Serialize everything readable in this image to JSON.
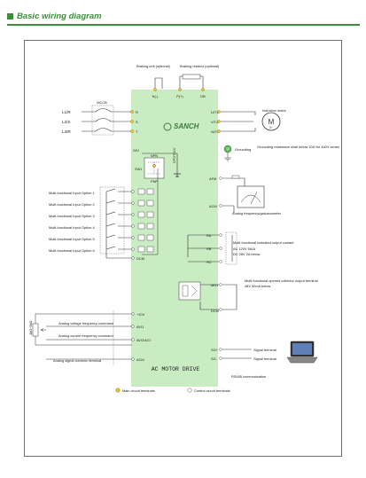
{
  "header": {
    "title": "Basic wiring diagram",
    "accent_color": "#3b8f3b"
  },
  "colors": {
    "drive_fill": "#c9ecc2",
    "main_terminal": "#f5c518",
    "control_terminal": "#ffffff"
  },
  "top_labels": {
    "braking_unit": "Braking unit (optional)",
    "braking_resistor": "Braking resistor (optional)"
  },
  "brake_terminals": [
    "N(-)",
    "P(+)",
    "DB"
  ],
  "breaker": {
    "label": "MCCB"
  },
  "input_lines": [
    "L1/R",
    "L2/S",
    "L3/R"
  ],
  "input_terminals": [
    "R",
    "S",
    "T"
  ],
  "output_terminals": [
    "U/T1",
    "V/T2",
    "W/T3"
  ],
  "motor": {
    "label": "Induction motor"
  },
  "ground": {
    "label": "Grounding",
    "note": "Grounding resistance shall below 10Ω for 440V series"
  },
  "logo": {
    "text": "SANCH"
  },
  "supply": {
    "v24": "24V",
    "spdt": "SPDT24V"
  },
  "switch": {
    "npn": "NPN",
    "sw1": "SW1",
    "pnp": "PNP"
  },
  "di_labels": [
    "Multi-functional Input Option 1",
    "Multi-functional Input Option 2",
    "Multi-functional Input Option 3",
    "Multi-functional Input Option 4",
    "Multi-functional Input Option 5",
    "Multi-functional Input Option 6"
  ],
  "dcm_label": "DCM",
  "afm": {
    "afm": "AFM",
    "acm": "ACM",
    "meter_label": "Analog frequency/galvanometer"
  },
  "relay": {
    "terminals": [
      "RA",
      "RB",
      "RC"
    ],
    "text": "Multi-functional indicated output contact",
    "rating1": "AC 120V 5A/A",
    "rating2": "DC 28V 2A below"
  },
  "mo1": {
    "terminal": "MO1",
    "dcm": "DCM",
    "text": "Multi-functional opened collector output terminal",
    "rating": "48V 50mA below"
  },
  "analog": {
    "v10": "+10V",
    "avi1": "AVI1",
    "avi2": "AVI2/ACI",
    "acm": "ACM",
    "pot": "1kΩ~5kΩ",
    "voltage_cmd": "Analog voltage frequency command",
    "current_cmd": "Analog current frequency command",
    "common": "Analog signal common terminal"
  },
  "rs485": {
    "sgp": "SG+",
    "sgm": "SG-",
    "sig1": "Signal terminal",
    "sig2": "Signal terminal",
    "comm": "RS485 communication"
  },
  "drive": {
    "label": "AC MOTOR DRIVE"
  },
  "legend": {
    "main": "Main circuit terminals",
    "control": "Control circuit terminals"
  }
}
